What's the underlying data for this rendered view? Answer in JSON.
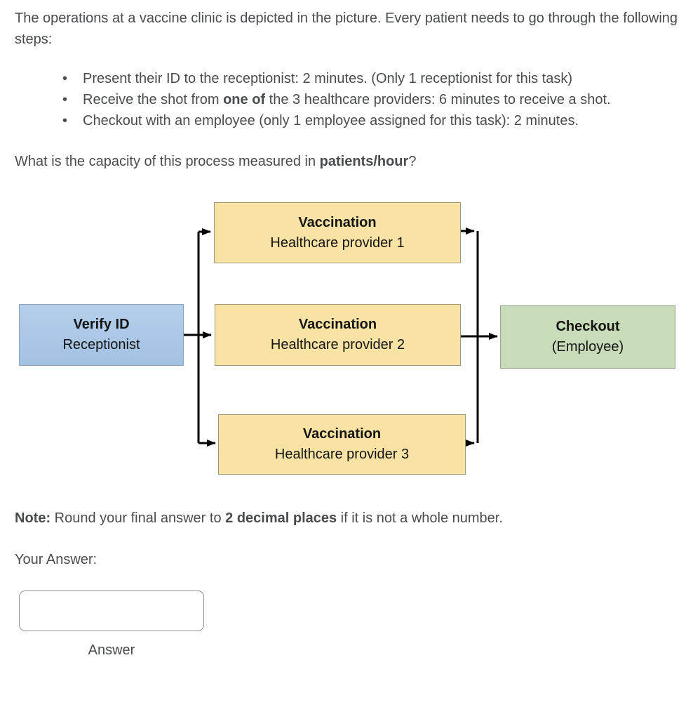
{
  "intro": "The operations at a vaccine clinic is depicted in the picture. Every patient needs to go through the following steps:",
  "bullets": [
    {
      "pre": "Present their ID to the receptionist: 2 minutes. (Only 1 receptionist for this task)",
      "bold": "",
      "post": ""
    },
    {
      "pre": "Receive the shot from ",
      "bold": "one of",
      "post": " the 3 healthcare providers: 6 minutes to receive a shot."
    },
    {
      "pre": "Checkout with an employee (only 1 employee assigned for this task): 2 minutes.",
      "bold": "",
      "post": ""
    }
  ],
  "question": {
    "pre": "What is the capacity of this process measured in ",
    "bold": "patients/hour",
    "post": "?"
  },
  "diagram": {
    "verify": {
      "title": "Verify ID",
      "subtitle": "Receptionist"
    },
    "vaccine1": {
      "title": "Vaccination",
      "subtitle": "Healthcare provider 1"
    },
    "vaccine2": {
      "title": "Vaccination",
      "subtitle": "Healthcare provider 2"
    },
    "vaccine3": {
      "title": "Vaccination",
      "subtitle": "Healthcare provider 3"
    },
    "checkout": {
      "title": "Checkout",
      "subtitle": "(Employee)"
    },
    "colors": {
      "verify_fill": "#aac5e5",
      "vaccination_fill": "#f9e3a4",
      "checkout_fill": "#c8dcb9",
      "arrow": "#000000"
    }
  },
  "note": {
    "label": "Note:",
    "pre": " Round your final answer to ",
    "bold": "2 decimal places",
    "post": " if it is not a whole number."
  },
  "answer_section": {
    "prompt": "Your Answer:",
    "input_value": "",
    "caption": "Answer"
  }
}
